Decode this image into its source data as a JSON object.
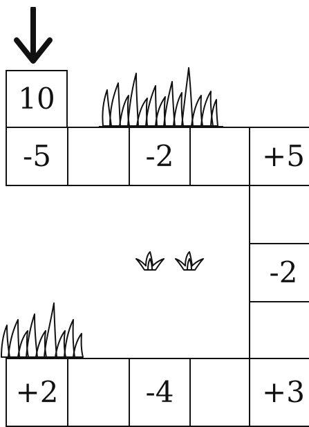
{
  "board": {
    "start_value": "10",
    "top_row": [
      "-5",
      "",
      "-2",
      "",
      "+5"
    ],
    "right_column": [
      "",
      "-2",
      ""
    ],
    "bottom_row": [
      "+2",
      "",
      "-4",
      "",
      "+3"
    ]
  },
  "icons": {
    "start_arrow": "down-arrow-icon",
    "decor": [
      "grass-tuft-icon",
      "small-sprout-icon"
    ]
  },
  "colors": {
    "line": "#111111",
    "background": "#ffffff"
  }
}
